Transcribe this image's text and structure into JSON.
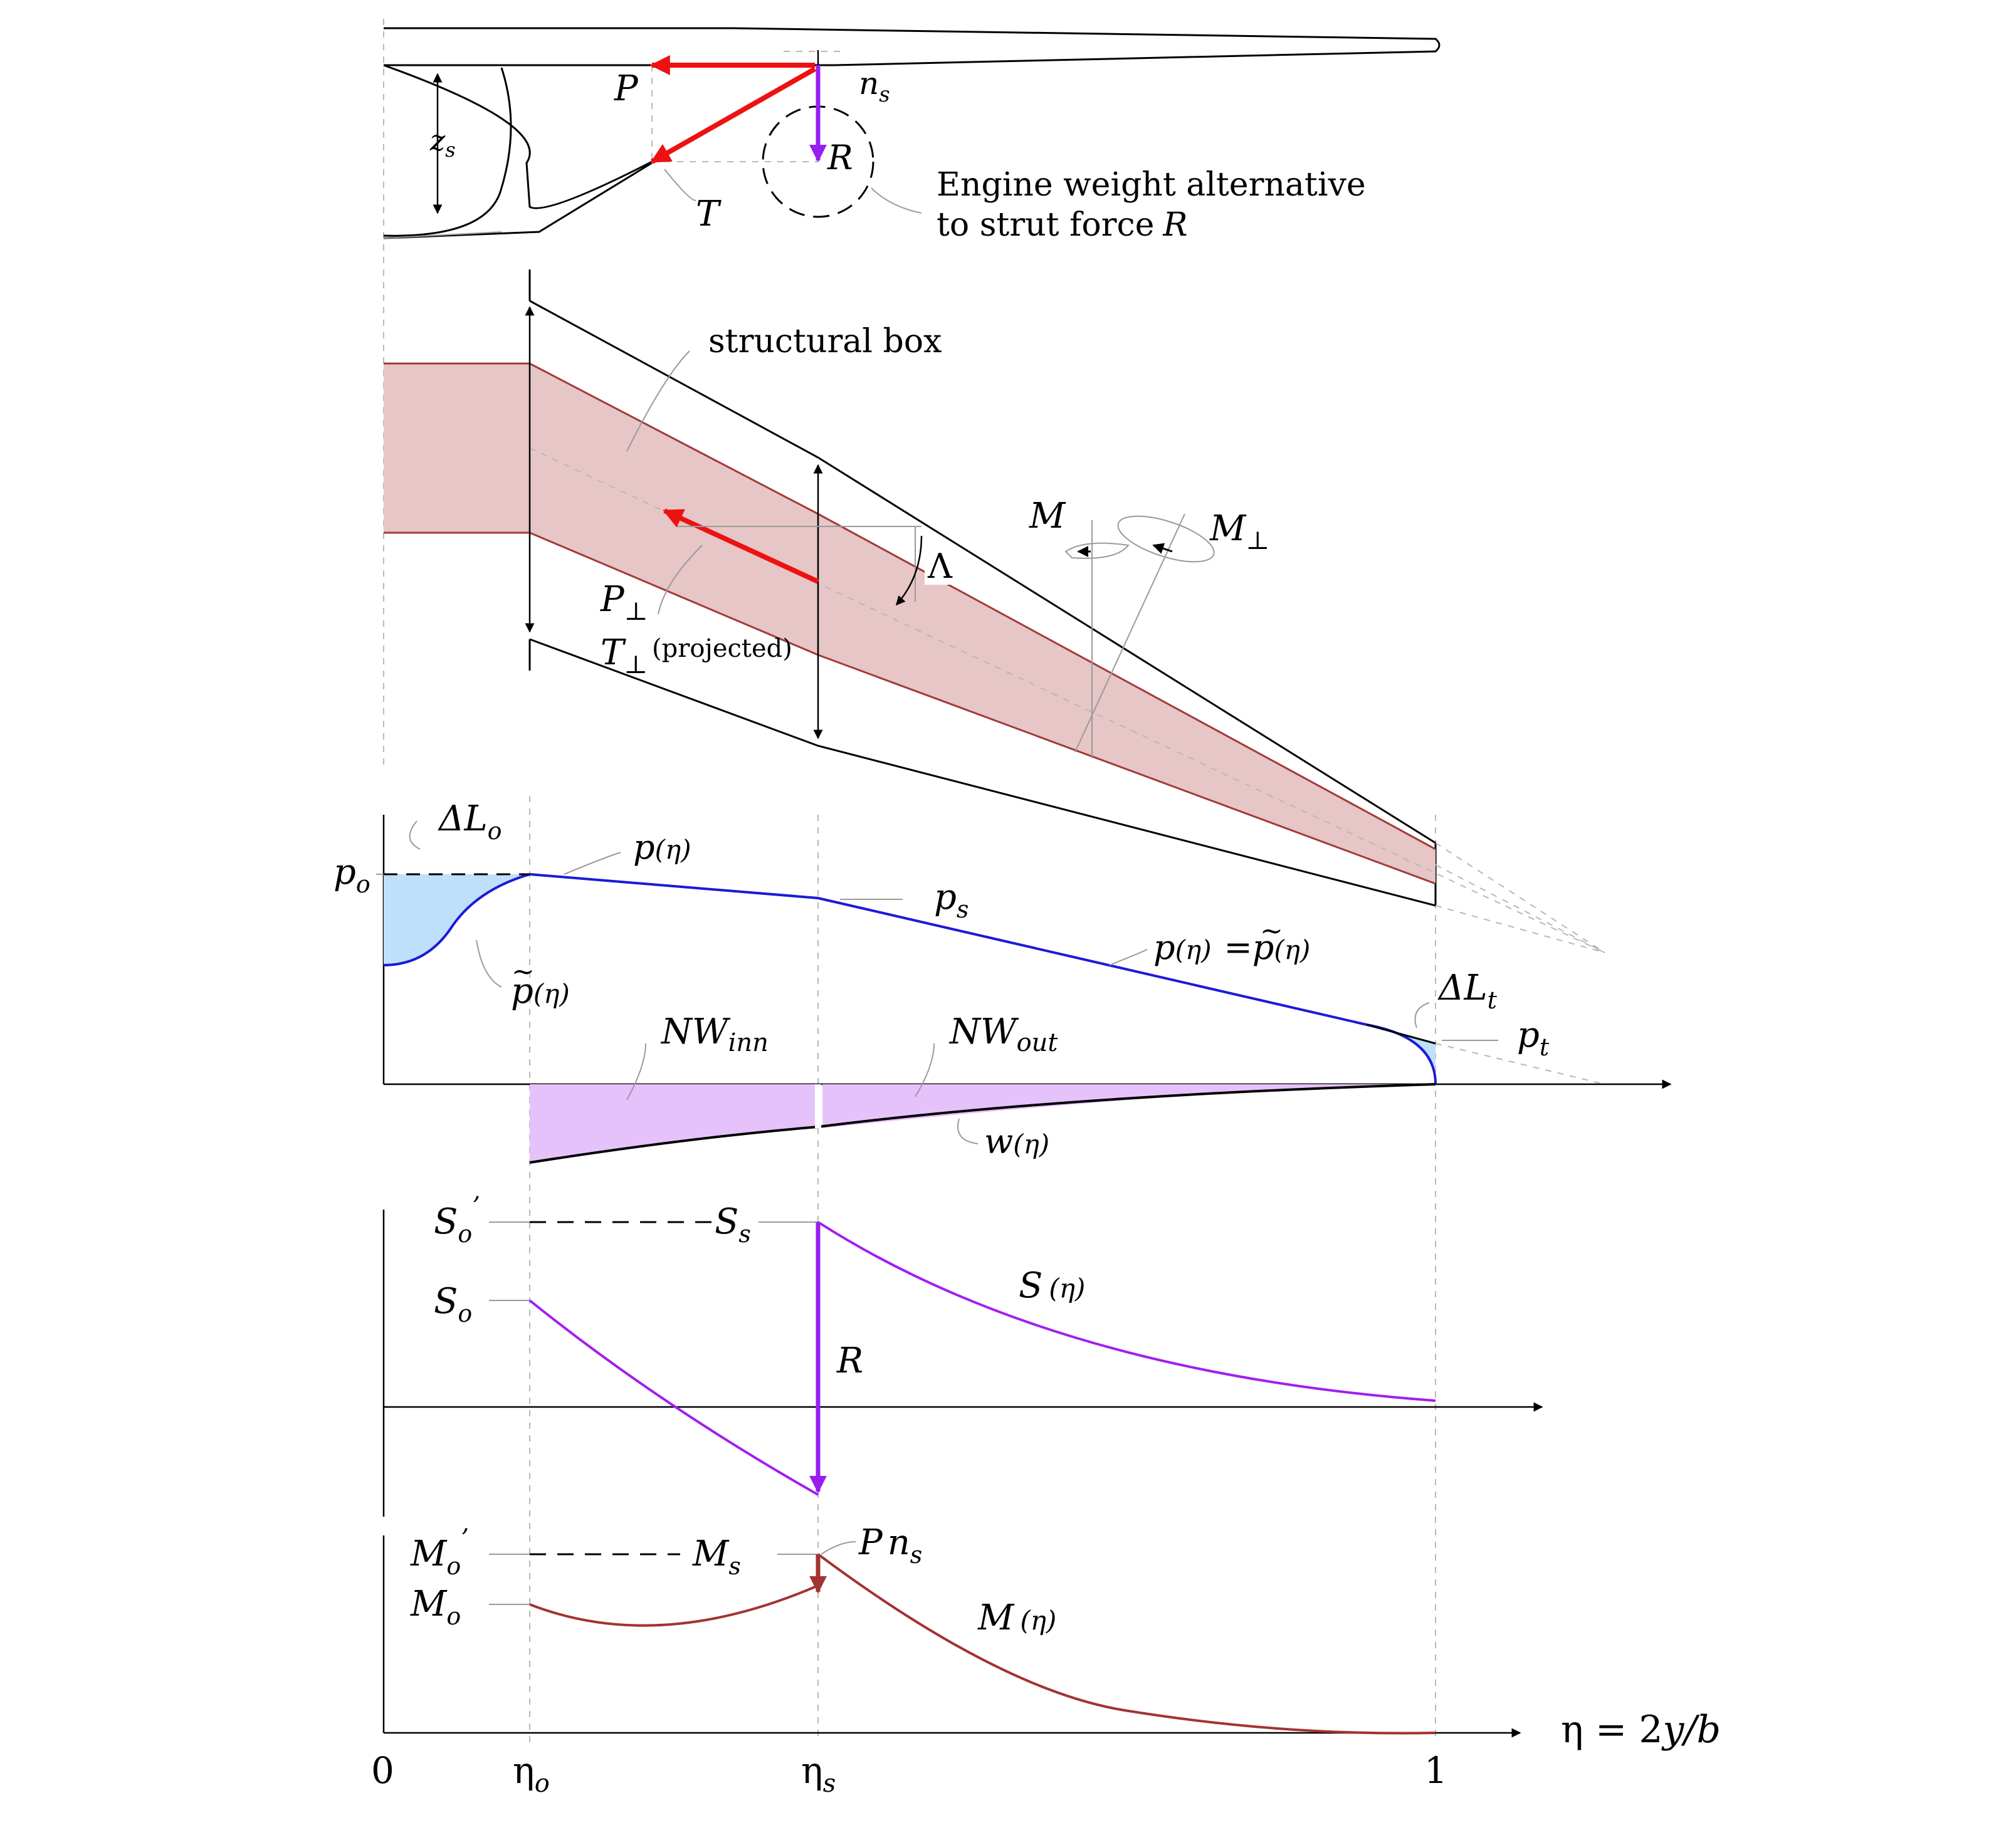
{
  "colors": {
    "wing_fill": "#e6c6c6",
    "wing_edge": "#a33a3a",
    "lift_fill": "#bfe0fb",
    "lift_line": "#1a1ad8",
    "weight_fill": "#e6c2fa",
    "shear_line": "#a11ef0",
    "moment_line": "#a33232",
    "force_red": "#ee1111",
    "strut_violet": "#9a1ef0"
  },
  "top_view": {
    "P": "P",
    "ns": "n",
    "ns_sub": "s",
    "zs": "z",
    "zs_sub": "s",
    "R": "R",
    "T": "T",
    "note_line1": "Engine weight alternative",
    "note_line2": "to strut force",
    "note_R": "R"
  },
  "planform": {
    "structural_box": "structural box",
    "M": "M",
    "M_perp": "M",
    "perp": "⊥",
    "Lambda": "Λ",
    "P_perp": "P",
    "T_perp": "T",
    "projected": "(projected)"
  },
  "loads": {
    "dLo": "ΔL",
    "dLo_sub": "o",
    "po": "p",
    "po_sub": "o",
    "p_eta": "p",
    "eta_arg": "(η)",
    "ps": "p",
    "ps_sub": "s",
    "p_eq": "p",
    "eq": "=",
    "p_tilde": "p",
    "p_tilde_left": "p",
    "dLt": "ΔL",
    "dLt_sub": "t",
    "pt": "p",
    "pt_sub": "t",
    "NW": "NW",
    "inn": "inn",
    "out": "out",
    "w": "w"
  },
  "shear": {
    "So_p": "S",
    "So_p_sub": "o",
    "prime": "’",
    "Ss": "S",
    "Ss_sub": "s",
    "So": "S",
    "So_sub": "o",
    "S_eta": "S",
    "R": "R"
  },
  "moment": {
    "Mo_p": "M",
    "Mo_p_sub": "o",
    "Ms": "M",
    "Ms_sub": "s",
    "Pns_P": "P",
    "Pns_n": "n",
    "Pns_sub": "s",
    "Mo": "M",
    "Mo_sub": "o",
    "M_eta": "M"
  },
  "axis": {
    "zero": "0",
    "eta_o": "η",
    "eta_o_sub": "o",
    "eta_s": "η",
    "eta_s_sub": "s",
    "one": "1",
    "x_label_eta": "η = 2",
    "x_label_y": "y/b"
  }
}
